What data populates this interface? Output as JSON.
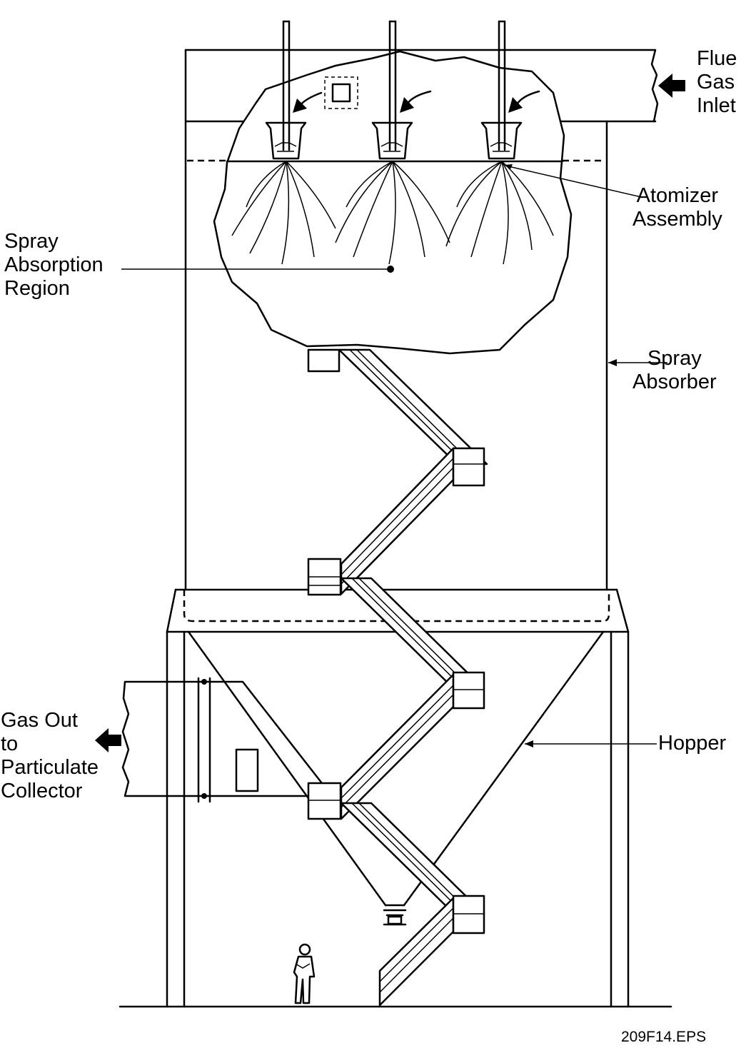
{
  "figure": {
    "file_id": "209F14.EPS"
  },
  "labels": {
    "flue_gas_inlet": [
      "Flue",
      "Gas",
      "Inlet"
    ],
    "atomizer_assembly": [
      "Atomizer",
      "Assembly"
    ],
    "spray_absorption_region": [
      "Spray",
      "Absorption",
      "Region"
    ],
    "spray_absorber": [
      "Spray",
      "Absorber"
    ],
    "hopper": [
      "Hopper"
    ],
    "gas_out": [
      "Gas Out",
      "to",
      "Particulate",
      "Collector"
    ]
  },
  "icons": {
    "inlet_arrow": "arrow-left-icon",
    "outlet_arrow": "arrow-left-icon",
    "person": "person-icon"
  },
  "colors": {
    "ink": "#000000",
    "background": "#ffffff"
  }
}
